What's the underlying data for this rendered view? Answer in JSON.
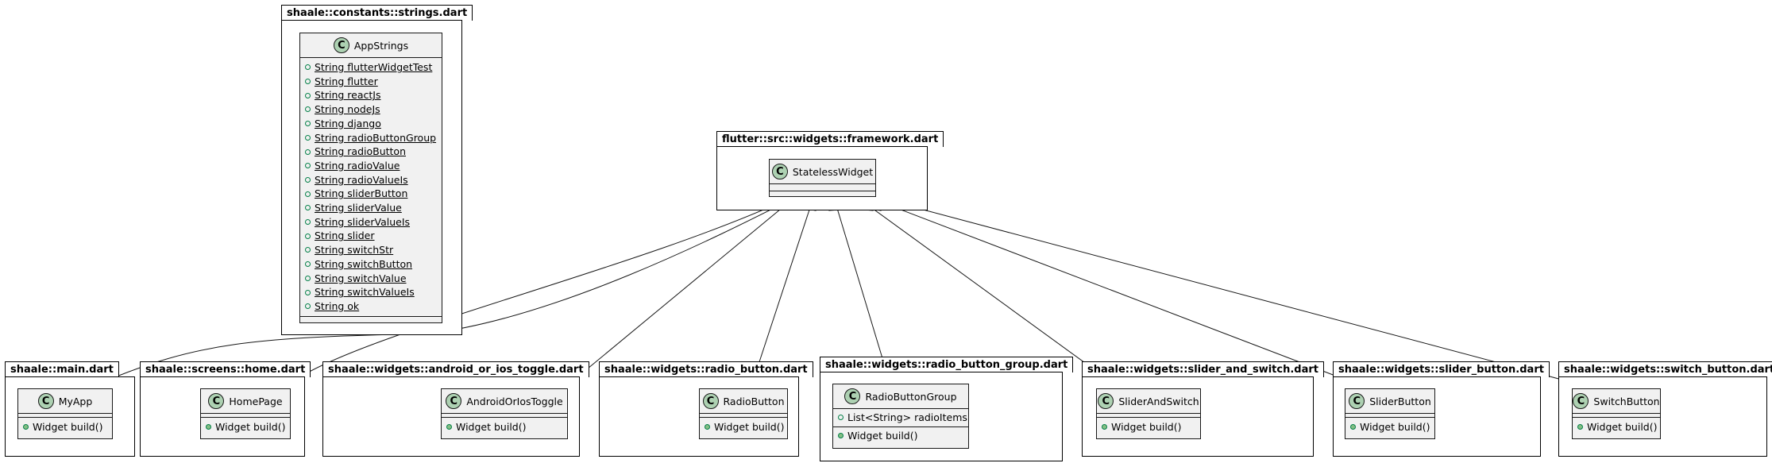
{
  "diagram": {
    "packages": {
      "constants": "shaale::constants::strings.dart",
      "framework": "flutter::src::widgets::framework.dart",
      "main": "shaale::main.dart",
      "home": "shaale::screens::home.dart",
      "toggle": "shaale::widgets::android_or_ios_toggle.dart",
      "radio": "shaale::widgets::radio_button.dart",
      "radio_group": "shaale::widgets::radio_button_group.dart",
      "slider_switch": "shaale::widgets::slider_and_switch.dart",
      "slider_button": "shaale::widgets::slider_button.dart",
      "switch_button": "shaale::widgets::switch_button.dart"
    },
    "class_icon": "C",
    "classes": {
      "app_strings": {
        "name": "AppStrings",
        "fields": [
          "String flutterWidgetTest",
          "String flutter",
          "String reactJs",
          "String nodeJs",
          "String django",
          "String radioButtonGroup",
          "String radioButton",
          "String radioValue",
          "String radioValueIs",
          "String sliderButton",
          "String sliderValue",
          "String sliderValueIs",
          "String slider",
          "String switchStr",
          "String switchButton",
          "String switchValue",
          "String switchValueIs",
          "String ok"
        ]
      },
      "stateless_widget": {
        "name": "StatelessWidget"
      },
      "my_app": {
        "name": "MyApp",
        "method": "Widget build()"
      },
      "home_page": {
        "name": "HomePage",
        "method": "Widget build()"
      },
      "toggle": {
        "name": "AndroidOrIosToggle",
        "method": "Widget build()"
      },
      "radio_button": {
        "name": "RadioButton",
        "method": "Widget build()"
      },
      "radio_button_group": {
        "name": "RadioButtonGroup",
        "field": "List<String> radioItems",
        "method": "Widget build()"
      },
      "slider_and_switch": {
        "name": "SliderAndSwitch",
        "method": "Widget build()"
      },
      "slider_button": {
        "name": "SliderButton",
        "method": "Widget build()"
      },
      "switch_button": {
        "name": "SwitchButton",
        "method": "Widget build()"
      }
    },
    "colors": {
      "class_bg": "#f1f1f1",
      "class_icon_bg": "#add1b2",
      "border": "#181818"
    }
  }
}
